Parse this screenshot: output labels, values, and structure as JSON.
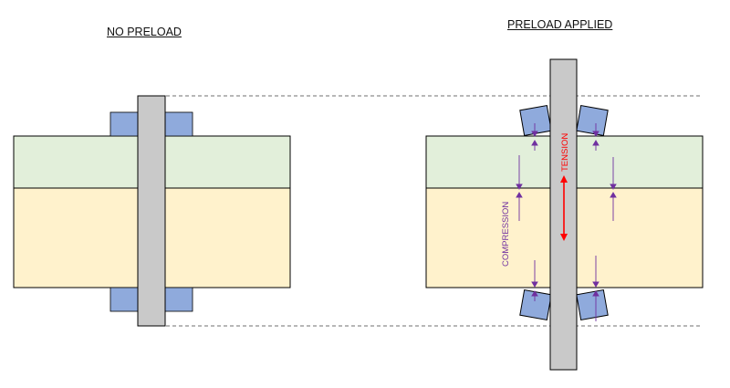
{
  "titles": {
    "left": "NO PRELOAD",
    "right": "PRELOAD APPLIED"
  },
  "labels": {
    "tension": "TENSION",
    "compression": "COMPRESSION"
  },
  "colors": {
    "top_plate": "#e2efda",
    "bottom_plate": "#fff2cc",
    "nut": "#8faadc",
    "bolt": "#c9c9c9",
    "outline": "#000000",
    "tension_arrow": "#ff0000",
    "compression_arrow": "#7030a0",
    "dashed_line": "#404040"
  }
}
